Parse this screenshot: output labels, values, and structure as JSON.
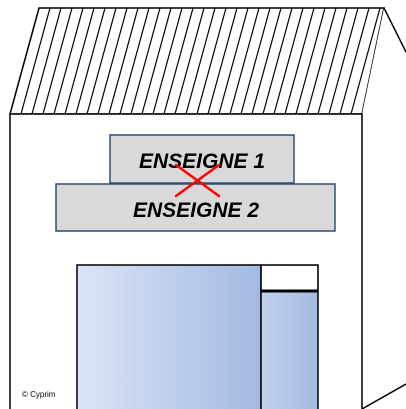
{
  "signs": [
    {
      "label": "ENSEIGNE 1"
    },
    {
      "label": "ENSEIGNE 2"
    }
  ],
  "crossed_mark": "x-cross",
  "copyright": "© Cyprim",
  "colors": {
    "sign_fill": "#d9d9d9",
    "sign_border": "#2e4d7a",
    "cross": "#ff0000",
    "glass_light": "#dbe4f5",
    "glass_dark": "#a3b9e3",
    "outline": "#000000"
  }
}
